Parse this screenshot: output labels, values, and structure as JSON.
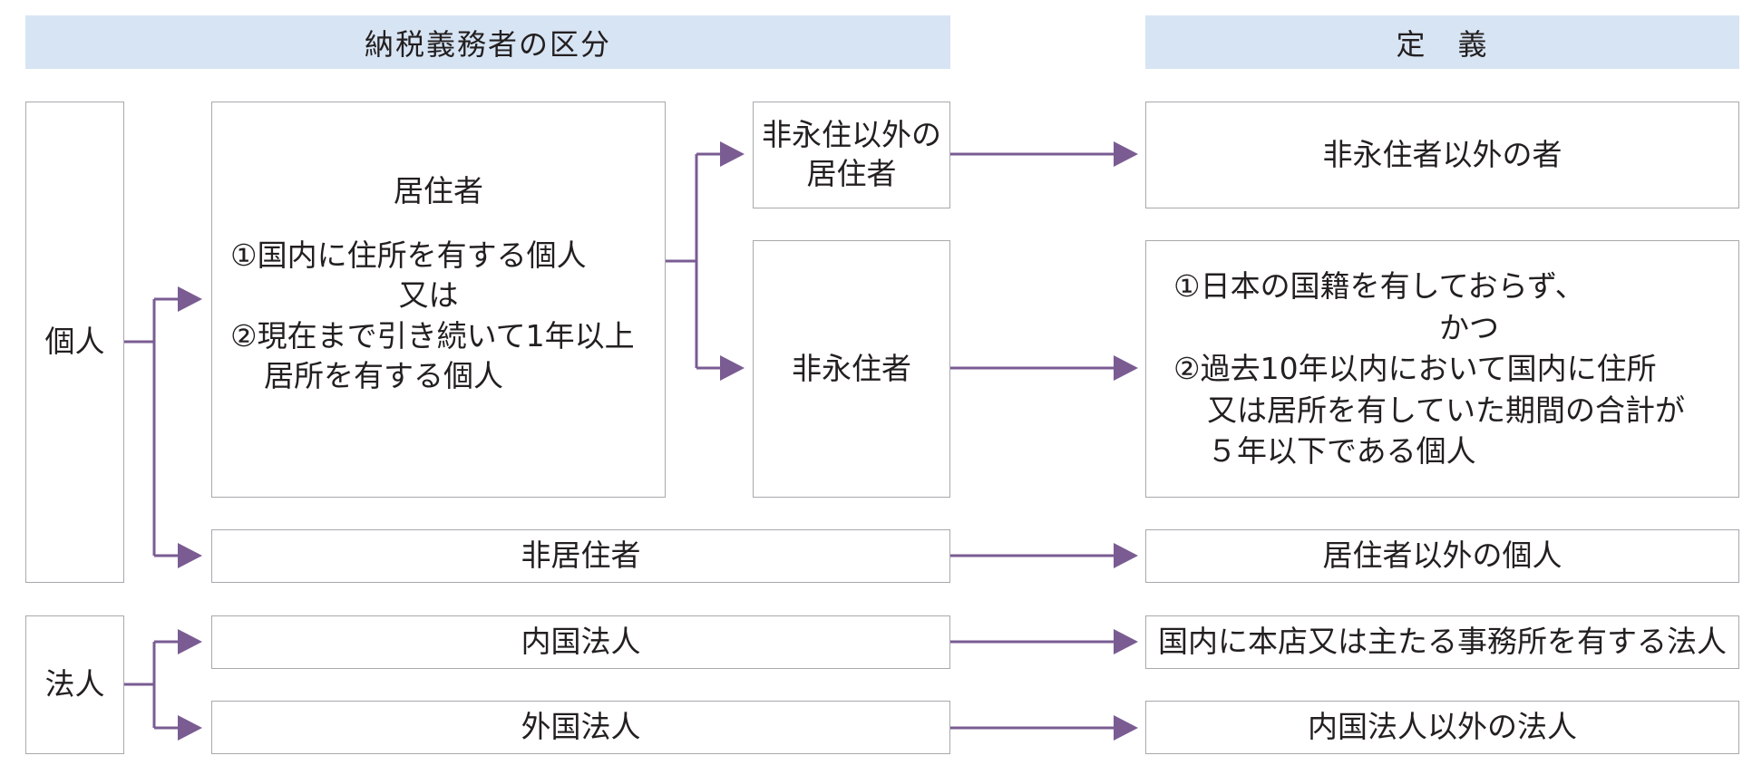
{
  "header": {
    "category": "納税義務者の区分",
    "definition": "定　義"
  },
  "individual": {
    "label": "個人",
    "resident": {
      "title": "居住者",
      "cond1": "①国内に住所を有する個人",
      "or": "又は",
      "cond2_line1": "②現在まで引き続いて1年以上",
      "cond2_line2": "居所を有する個人"
    },
    "non_permanent_other": {
      "line1": "非永住以外の",
      "line2": "居住者",
      "definition": "非永住者以外の者"
    },
    "non_permanent": {
      "label": "非永住者",
      "def_line1": "①日本の国籍を有しておらず、",
      "def_line2": "かつ",
      "def_line3": "②過去10年以内において国内に住所",
      "def_line4": "又は居所を有していた期間の合計が",
      "def_line5": "５年以下である個人"
    },
    "non_resident": {
      "label": "非居住者",
      "definition": "居住者以外の個人"
    }
  },
  "corporation": {
    "label": "法人",
    "domestic": {
      "label": "内国法人",
      "definition": "国内に本店又は主たる事務所を有する法人"
    },
    "foreign": {
      "label": "外国法人",
      "definition": "内国法人以外の法人"
    }
  },
  "colors": {
    "arrow": "#7a5c93",
    "header_bg": "#d7e4f3",
    "border": "#a7a9ac"
  }
}
